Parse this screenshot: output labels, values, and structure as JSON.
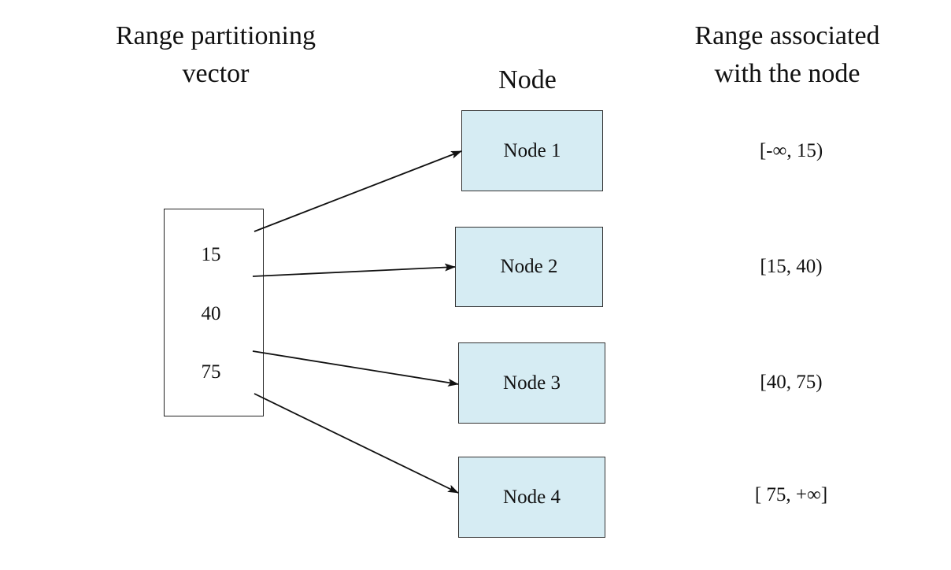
{
  "headings": {
    "vector_line1": "Range partitioning",
    "vector_line2": "vector",
    "node": "Node",
    "range_line1": "Range associated",
    "range_line2": "with the node"
  },
  "vector_values": [
    "15",
    "40",
    "75"
  ],
  "nodes": [
    {
      "label": "Node 1",
      "range": "[-∞, 15)"
    },
    {
      "label": "Node 2",
      "range": "[15, 40)"
    },
    {
      "label": "Node 3",
      "range": "[40, 75)"
    },
    {
      "label": "Node 4",
      "range": "[ 75, +∞]"
    }
  ],
  "colors": {
    "node_fill": "#d6ecf3",
    "stroke": "#222222"
  }
}
